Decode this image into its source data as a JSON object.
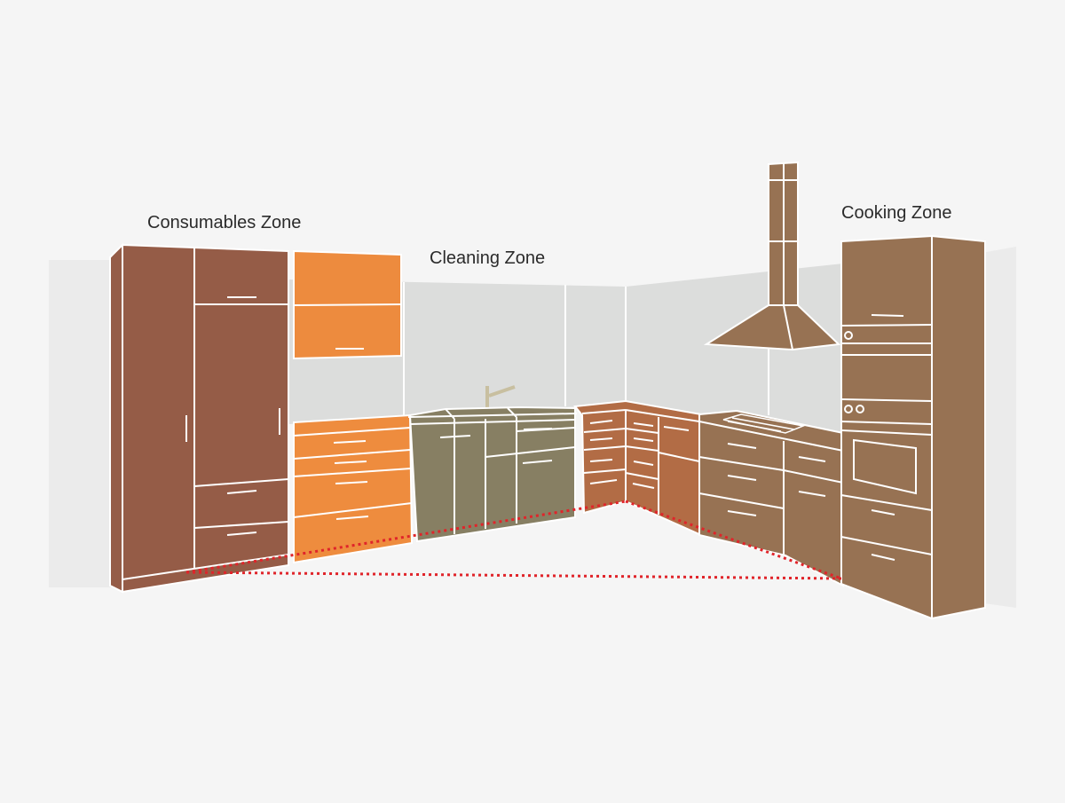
{
  "zones": {
    "consumables": {
      "label": "Consumables Zone",
      "color": "#955c47"
    },
    "cleaning": {
      "label": "Cleaning Zone",
      "color": "#877f63"
    },
    "cooking": {
      "label": "Cooking Zone",
      "color": "#977253"
    }
  },
  "colors": {
    "background": "#f5f5f5",
    "wall": "#dcdddc",
    "side_wall": "#ebebeb",
    "pantry": "#955c47",
    "upper_cabinet": "#ed8b3e",
    "lower_orange": "#ee8c3e",
    "sink_cabinets": "#877f63",
    "corner_cabinets": "#b26c45",
    "stove_cabinets": "#977253",
    "tall_oven": "#977253",
    "hood": "#977253",
    "outline": "#ffffff",
    "work_triangle": "#e0242a"
  }
}
